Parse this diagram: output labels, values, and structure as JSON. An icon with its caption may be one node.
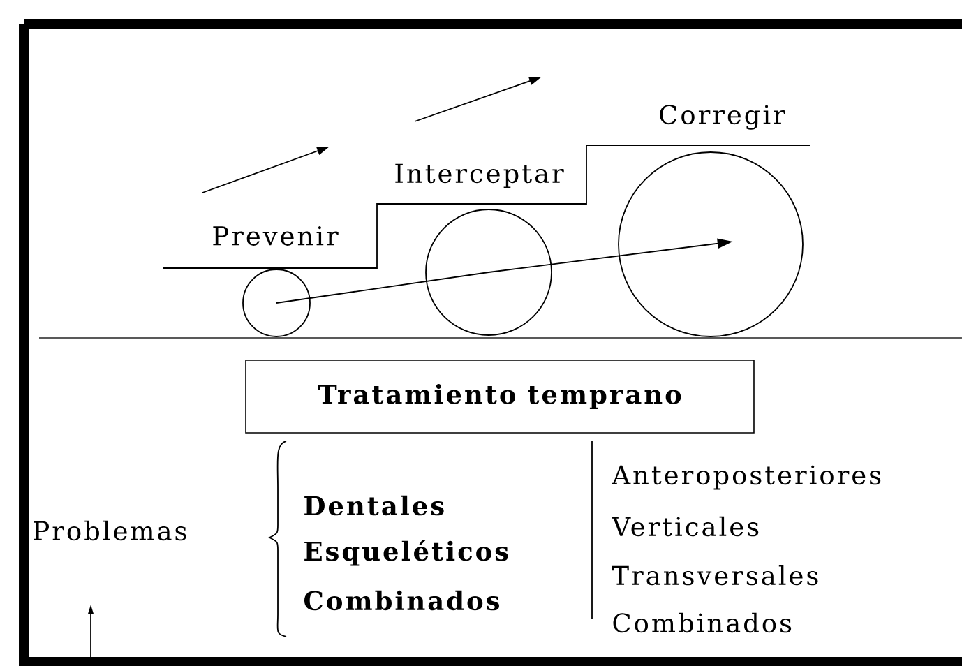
{
  "diagram": {
    "nodes": [
      {
        "text": [],
        "shape": "circle",
        "beside": [
          "Prevenir"
        ]
      },
      {
        "text": [],
        "shape": "circle",
        "beside": [
          "Interceptar"
        ]
      },
      {
        "text": [],
        "shape": "circle",
        "beside": [
          "Corregir"
        ]
      },
      {
        "text": [
          "Tratamiento temprano"
        ]
      }
    ],
    "edges": [
      {
        "from": 0,
        "to": 1,
        "arrow": "none"
      },
      {
        "from": 1,
        "to": 2,
        "arrow": "to"
      }
    ],
    "labels": [
      "Problemas",
      "Dentales",
      "Esqueléticos",
      "Combinados",
      "Anteroposteriores",
      "Verticales",
      "Transversales",
      "Combinados"
    ]
  }
}
